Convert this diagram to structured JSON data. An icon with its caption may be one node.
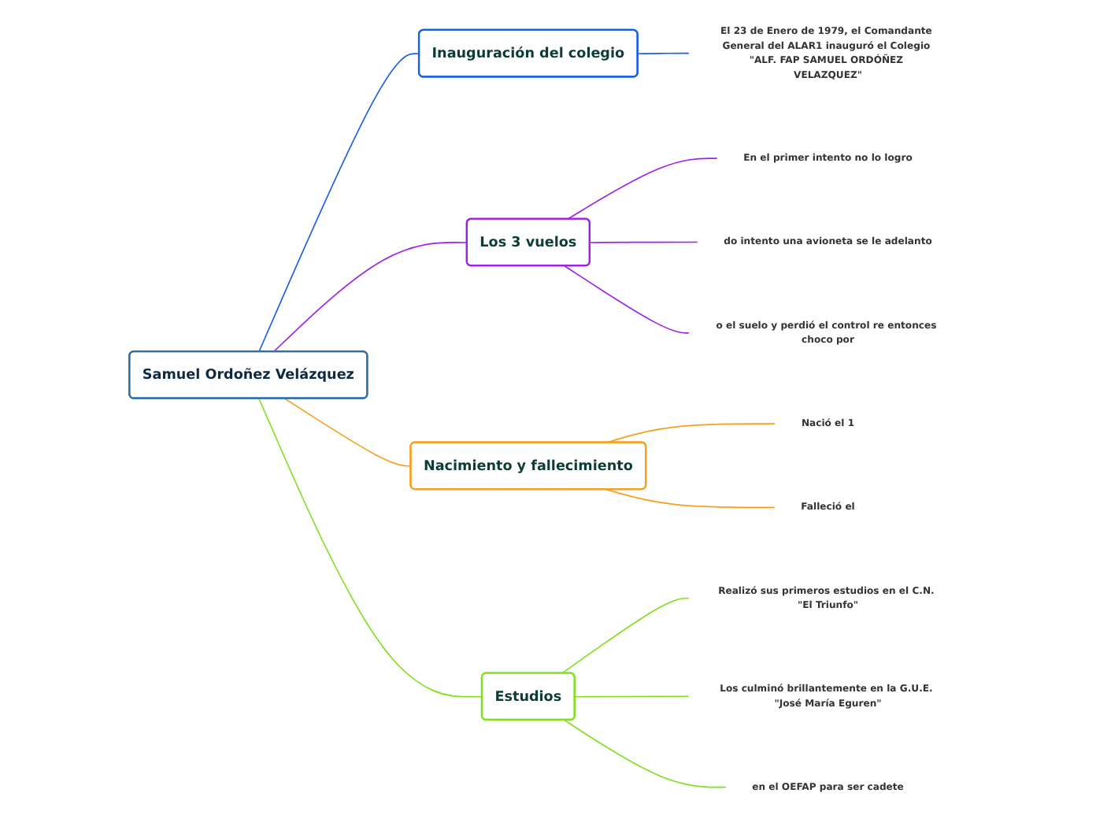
{
  "diagram": {
    "nodes": [
      {
        "text": [
          "Samuel Ordoñez Velázquez"
        ]
      },
      {
        "text": [
          "Inauguración del colegio"
        ]
      },
      {
        "text": [
          "El 23 de Enero de 1979, el Comandante General del ALAR1 inauguró el Colegio \"ALF. FAP SAMUEL ORDÓÑEZ VELAZQUEZ\""
        ]
      },
      {
        "text": [
          "Los 3 vuelos"
        ]
      },
      {
        "text": [
          "En el primer intento no lo logro"
        ]
      },
      {
        "text": [
          "do intento una avioneta se le adelanto"
        ]
      },
      {
        "text": [
          "o el suelo y perdió el control re entonces choco por"
        ]
      },
      {
        "text": [
          "Nacimiento y fallecimiento"
        ]
      },
      {
        "text": [
          "Nació el 1"
        ]
      },
      {
        "text": [
          "Falleció el"
        ]
      },
      {
        "text": [
          "Estudios"
        ]
      },
      {
        "text": [
          "Realizó sus primeros estudios en el C.N. \"El Triunfo\""
        ]
      },
      {
        "text": [
          "Los culminó brillantemente en la G.U.E. \"José María Eguren\""
        ]
      },
      {
        "text": [
          "en el OEFAP para ser cadete"
        ]
      }
    ],
    "edges": [
      {
        "from": 0,
        "to": 1,
        "arrow": "none",
        "color": "#1a5ee8"
      },
      {
        "from": 1,
        "to": 2,
        "arrow": "none",
        "color": "#1a5ee8"
      },
      {
        "from": 0,
        "to": 3,
        "arrow": "none",
        "color": "#a020e8"
      },
      {
        "from": 3,
        "to": 4,
        "arrow": "none",
        "color": "#a020e8"
      },
      {
        "from": 3,
        "to": 5,
        "arrow": "none",
        "color": "#a020e8"
      },
      {
        "from": 3,
        "to": 6,
        "arrow": "none",
        "color": "#a020e8"
      },
      {
        "from": 0,
        "to": 7,
        "arrow": "none",
        "color": "#f5a020"
      },
      {
        "from": 7,
        "to": 8,
        "arrow": "none",
        "color": "#f5a020"
      },
      {
        "from": 7,
        "to": 9,
        "arrow": "none",
        "color": "#f5a020"
      },
      {
        "from": 0,
        "to": 10,
        "arrow": "none",
        "color": "#80e020"
      },
      {
        "from": 10,
        "to": 11,
        "arrow": "none",
        "color": "#80e020"
      },
      {
        "from": 10,
        "to": 12,
        "arrow": "none",
        "color": "#80e020"
      },
      {
        "from": 10,
        "to": 13,
        "arrow": "none",
        "color": "#80e020"
      }
    ]
  }
}
